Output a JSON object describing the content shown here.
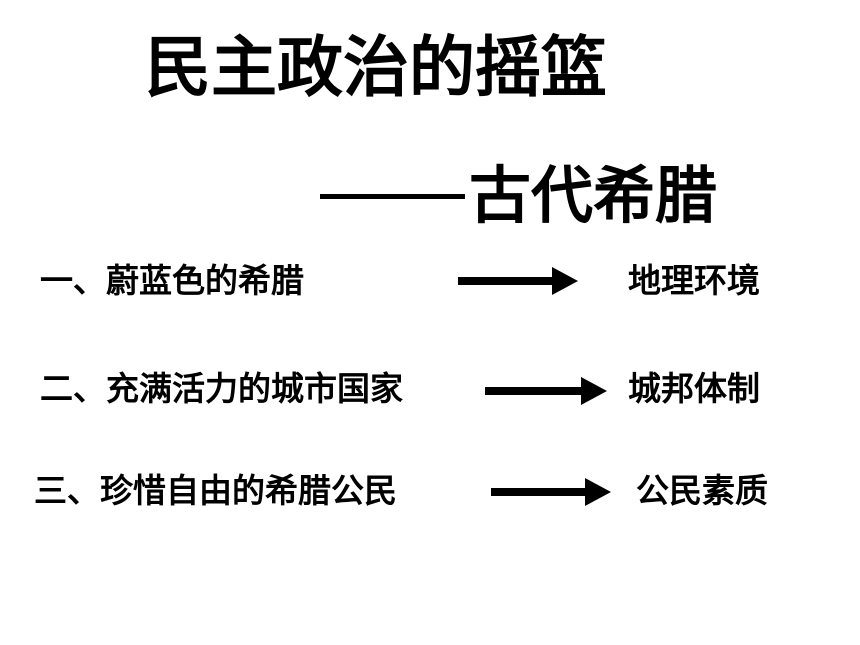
{
  "slide": {
    "title": "民主政治的摇篮",
    "subtitle": "古代希腊",
    "rows": [
      {
        "item": "一、蔚蓝色的希腊",
        "result": "地理环境"
      },
      {
        "item": "二、充满活力的城市国家",
        "result": "城邦体制"
      },
      {
        "item": "三、珍惜自由的希腊公民",
        "result": "公民素质"
      }
    ]
  }
}
